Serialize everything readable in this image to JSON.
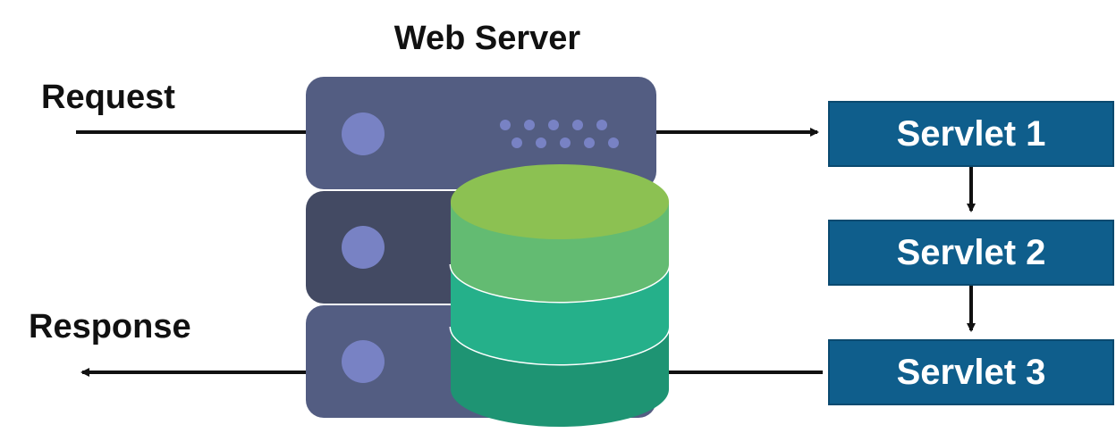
{
  "diagram": {
    "title": "Web Server",
    "request_label": "Request",
    "response_label": "Response",
    "servlets": [
      "Servlet 1",
      "Servlet 2",
      "Servlet 3"
    ]
  },
  "colors": {
    "server_unit_light": "#535d82",
    "server_unit_dark": "#434a63",
    "server_light": "#7882c4",
    "db_top": "#8cc152",
    "db_band_1": "#63bb72",
    "db_band_2": "#25b08a",
    "db_band_3": "#1e9473",
    "servlet_fill": "#0f5e8c",
    "arrow": "#111111"
  },
  "icons": {
    "server": "server-rack-icon",
    "database": "database-cylinder-icon"
  }
}
